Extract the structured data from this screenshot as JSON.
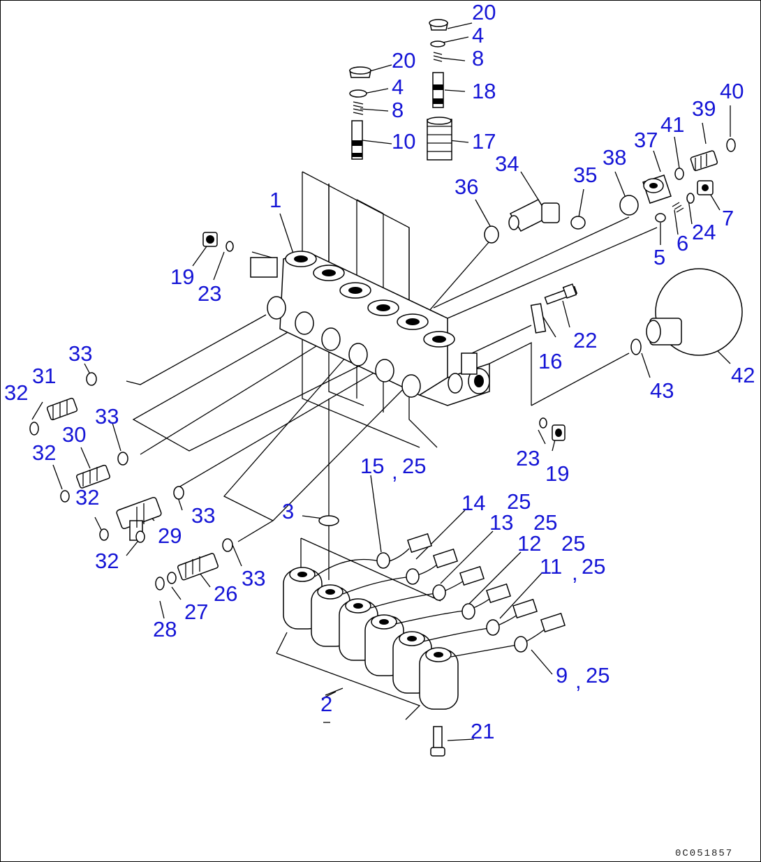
{
  "drawing_ref": "0C051857",
  "callouts": [
    {
      "id": "c1",
      "text": "20"
    },
    {
      "id": "c2",
      "text": "4"
    },
    {
      "id": "c3",
      "text": "8"
    },
    {
      "id": "c4",
      "text": "20"
    },
    {
      "id": "c5",
      "text": "4"
    },
    {
      "id": "c6",
      "text": "18"
    },
    {
      "id": "c7",
      "text": "8"
    },
    {
      "id": "c8",
      "text": "10"
    },
    {
      "id": "c9",
      "text": "17"
    },
    {
      "id": "c10",
      "text": "34"
    },
    {
      "id": "c11",
      "text": "36"
    },
    {
      "id": "c12",
      "text": "35"
    },
    {
      "id": "c13",
      "text": "38"
    },
    {
      "id": "c14",
      "text": "37"
    },
    {
      "id": "c15",
      "text": "41"
    },
    {
      "id": "c16",
      "text": "39"
    },
    {
      "id": "c17",
      "text": "40"
    },
    {
      "id": "c18",
      "text": "7"
    },
    {
      "id": "c19",
      "text": "24"
    },
    {
      "id": "c20",
      "text": "6"
    },
    {
      "id": "c21",
      "text": "5"
    },
    {
      "id": "c22",
      "text": "1"
    },
    {
      "id": "c23",
      "text": "19"
    },
    {
      "id": "c24",
      "text": "23"
    },
    {
      "id": "c25",
      "text": "22"
    },
    {
      "id": "c26",
      "text": "16"
    },
    {
      "id": "c27",
      "text": "42"
    },
    {
      "id": "c28",
      "text": "43"
    },
    {
      "id": "c29",
      "text": "33"
    },
    {
      "id": "c30",
      "text": "31"
    },
    {
      "id": "c31",
      "text": "32"
    },
    {
      "id": "c32",
      "text": "33"
    },
    {
      "id": "c33",
      "text": "30"
    },
    {
      "id": "c34",
      "text": "32"
    },
    {
      "id": "c35",
      "text": "32"
    },
    {
      "id": "c36",
      "text": "33"
    },
    {
      "id": "c37",
      "text": "29"
    },
    {
      "id": "c38",
      "text": "32"
    },
    {
      "id": "c39",
      "text": "3"
    },
    {
      "id": "c40",
      "text": "33"
    },
    {
      "id": "c41",
      "text": "26"
    },
    {
      "id": "c42",
      "text": "27"
    },
    {
      "id": "c43",
      "text": "28"
    },
    {
      "id": "c44",
      "text": "15"
    },
    {
      "id": "c45",
      "text": ","
    },
    {
      "id": "c46",
      "text": "25"
    },
    {
      "id": "c47",
      "text": "23"
    },
    {
      "id": "c48",
      "text": "19"
    },
    {
      "id": "c49",
      "text": "14"
    },
    {
      "id": "c50",
      "text": "25"
    },
    {
      "id": "c51",
      "text": "13"
    },
    {
      "id": "c52",
      "text": "25"
    },
    {
      "id": "c53",
      "text": "12"
    },
    {
      "id": "c54",
      "text": "25"
    },
    {
      "id": "c55",
      "text": "11"
    },
    {
      "id": "c56",
      "text": ","
    },
    {
      "id": "c57",
      "text": "25"
    },
    {
      "id": "c58",
      "text": "9"
    },
    {
      "id": "c59",
      "text": ","
    },
    {
      "id": "c60",
      "text": "25"
    },
    {
      "id": "c61",
      "text": "2"
    },
    {
      "id": "c62",
      "text": "21"
    }
  ]
}
